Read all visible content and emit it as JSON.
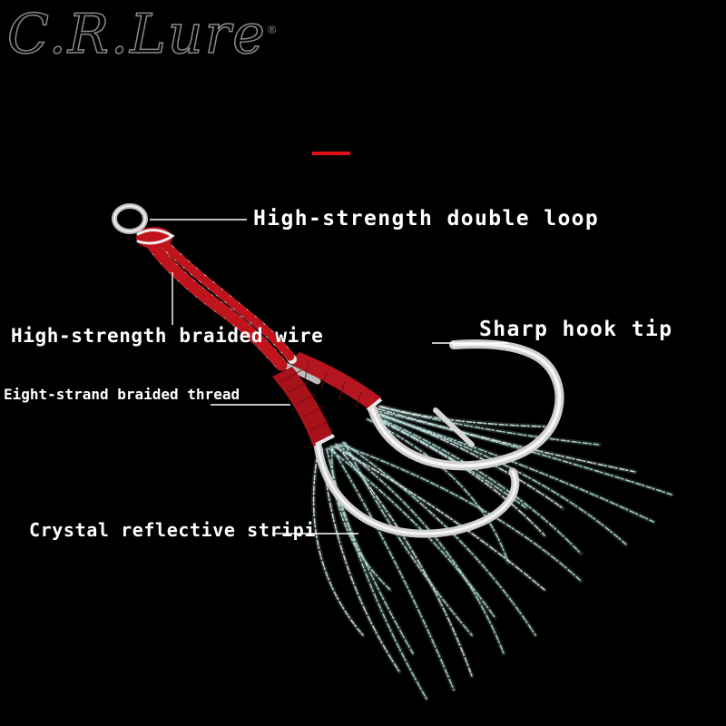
{
  "brand": {
    "logo_text": "C.R.Lure",
    "registered_mark": "®"
  },
  "colors": {
    "background": "#000000",
    "accent": "#e3101a",
    "label_text": "#ffffff",
    "braid_red": "#c0141c",
    "hook_silver": "#d9d9d9",
    "flash_strands": "#b8e6de"
  },
  "labels": {
    "double_loop": "High-strength double loop",
    "hook_tip": "Sharp hook tip",
    "braided_wire": "High-strength braided wire",
    "braided_thread": "Eight-strand braided thread",
    "reflective_strip": "Crystal reflective stripi"
  }
}
